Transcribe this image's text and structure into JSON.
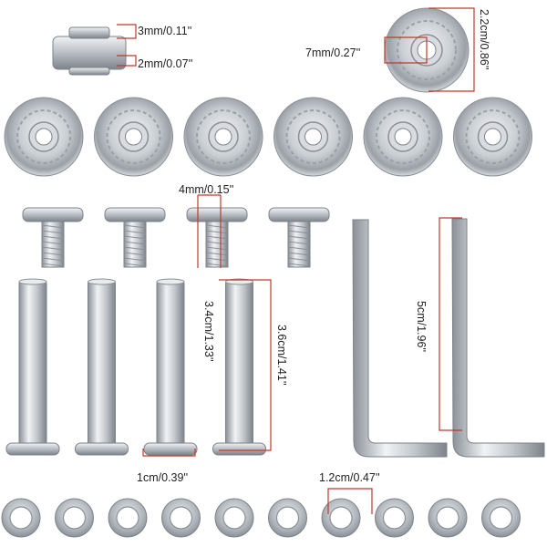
{
  "colors": {
    "background": "#ffffff",
    "metal_light": "#e9ecef",
    "metal_mid": "#b8bdc3",
    "metal_dark": "#7d838a",
    "guide_line": "#c0392b",
    "label_text": "#222222"
  },
  "labels": {
    "bearing_width_outer": "3mm/0.11''",
    "bearing_width_inner": "2mm/0.07''",
    "bearing_bore": "7mm/0.27''",
    "bearing_diameter": "2.2cm/0.86''",
    "screw_thread": "4mm/0.15''",
    "axle_length_inner": "3.4cm/1.33''",
    "axle_length_outer": "3.6cm/1.41''",
    "axle_head": "1cm/0.39''",
    "wrench_length": "5cm/1.96''",
    "washer_diameter": "1.2cm/0.47''"
  },
  "counts": {
    "bearings": 6,
    "screws": 4,
    "axles": 4,
    "wrenches": 2,
    "washers": 10
  }
}
